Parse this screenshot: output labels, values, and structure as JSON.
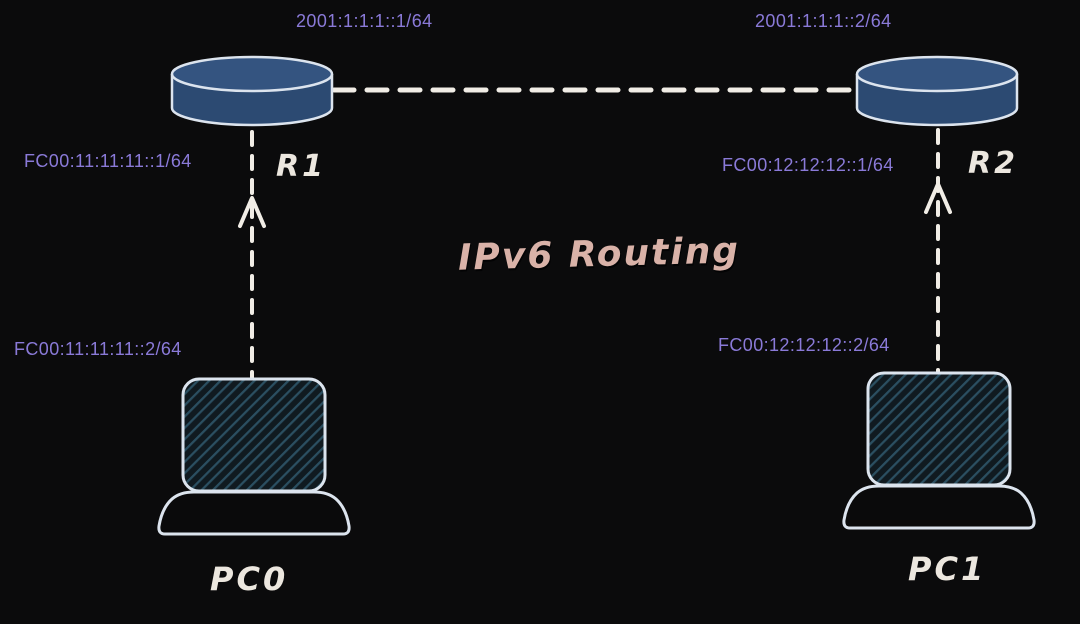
{
  "title": {
    "text": "IPv6 Routing"
  },
  "wan_link": {
    "left_ip": "2001:1:1:1::1/64",
    "right_ip": "2001:1:1:1::2/64"
  },
  "devices": {
    "r1": {
      "name": "R1",
      "type": "router",
      "lan_ip": "FC00:11:11:11::1/64"
    },
    "r2": {
      "name": "R2",
      "type": "router",
      "lan_ip": "FC00:12:12:12::1/64"
    },
    "pc0": {
      "name": "PC0",
      "type": "laptop",
      "ip": "FC00:11:11:11::2/64"
    },
    "pc1": {
      "name": "PC1",
      "type": "laptop",
      "ip": "FC00:12:12:12::2/64"
    }
  },
  "colors": {
    "background": "#0b0b0c",
    "ip_text": "#8a7ad8",
    "device_text": "#ece7df",
    "title_text": "#d9b2a8",
    "router_fill": "#2c4a72",
    "router_top": "#345480",
    "outline": "#dce4ee",
    "line": "#f1ede6",
    "laptop_screen_bg": "#101a20",
    "laptop_hatch": "#2b4f61"
  }
}
